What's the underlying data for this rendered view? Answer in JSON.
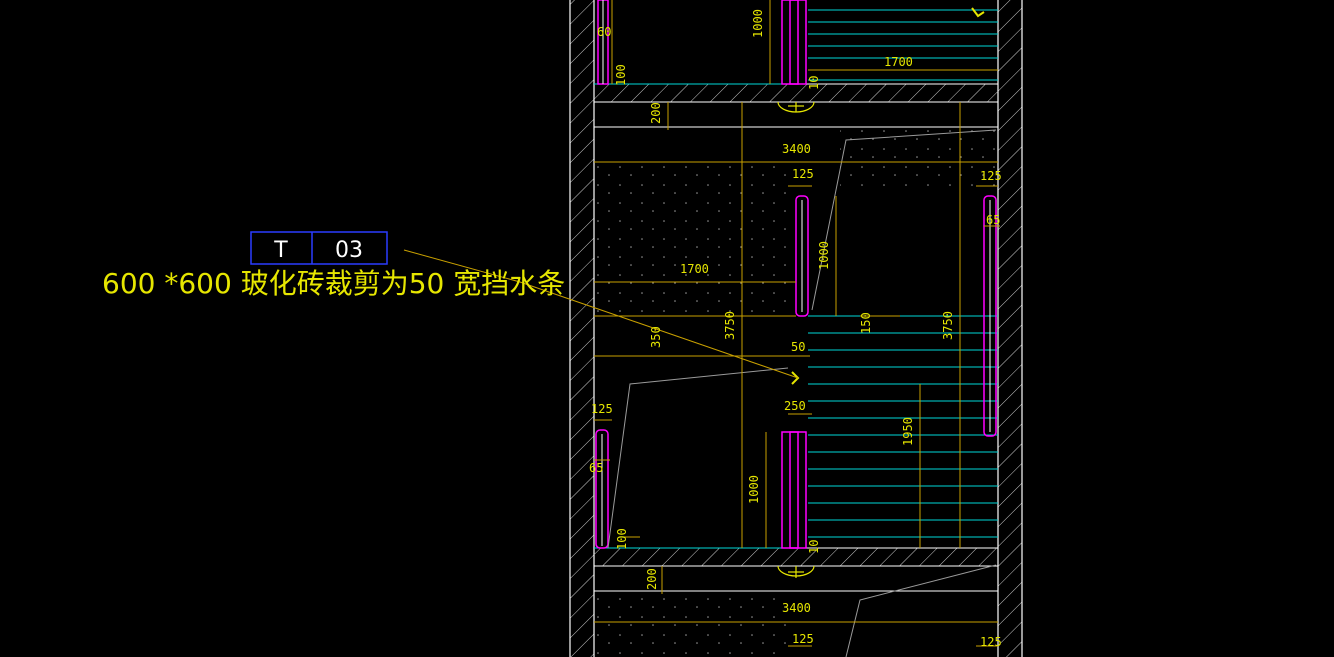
{
  "tag": {
    "left": "T",
    "right": "03"
  },
  "note_text": "600 *600 玻化砖裁剪为50 宽挡水条",
  "dims": {
    "d60": "60",
    "d1000_top": "1000",
    "d1700_top": "1700",
    "d100_top": "100",
    "d10_top": "10",
    "d200_upper": "200",
    "d3400_upper": "3400",
    "d125_center_upper": "125",
    "d125_right_upper": "125",
    "d65_right": "65",
    "d1700_mid": "1700",
    "d1000_mid": "1000",
    "d350": "350",
    "d3750_left": "3750",
    "d150": "150",
    "d3750_right": "3750",
    "d50": "50",
    "d250": "250",
    "d125_left": "125",
    "d65_left": "65",
    "d1950": "1950",
    "d1000_low": "1000",
    "d100_low": "100",
    "d10_low": "10",
    "d200_lower": "200",
    "d3400_lower": "3400",
    "d125_center_lower": "125",
    "d125_right_lower": "125"
  },
  "colors": {
    "background": "#000000",
    "wall": "#ffffff",
    "dimension": "#c8a000",
    "dimension_text": "#e6e600",
    "glass": "#ff00ff",
    "tile": "#00e0e0",
    "tag_box": "#2a3cff"
  }
}
